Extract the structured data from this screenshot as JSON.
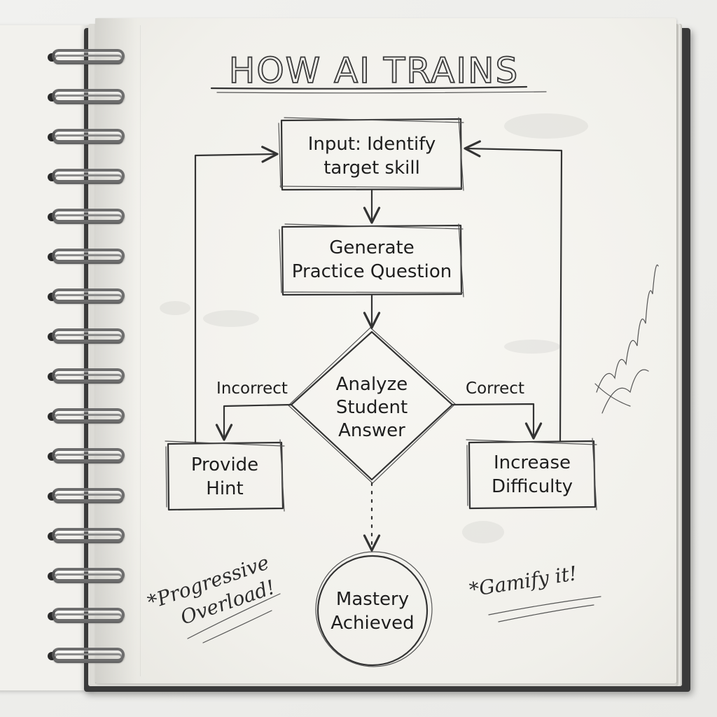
{
  "diagram": {
    "title": "HOW AI TRAINS",
    "nodes": {
      "input": {
        "line1": "Input: Identify",
        "line2": "target skill"
      },
      "generate": {
        "line1": "Generate",
        "line2": "Practice Question"
      },
      "analyze": {
        "line1": "Analyze",
        "line2": "Student",
        "line3": "Answer"
      },
      "hint": {
        "line1": "Provide",
        "line2": "Hint"
      },
      "difficulty": {
        "line1": "Increase",
        "line2": "Difficulty"
      },
      "mastery": {
        "line1": "Mastery",
        "line2": "Achieved"
      }
    },
    "edges": {
      "incorrect_label": "Incorrect",
      "correct_label": "Correct"
    },
    "notes": {
      "progressive_line1": "*Progressive",
      "progressive_line2": "Overload!",
      "gamify": "*Gamify it!"
    }
  }
}
